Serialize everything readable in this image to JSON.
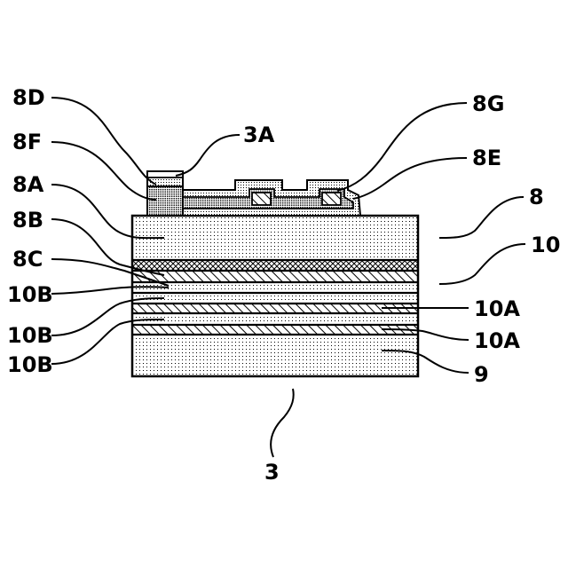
{
  "figure": {
    "labels": {
      "l_8D": "8D",
      "l_3A": "3A",
      "l_8G": "8G",
      "l_8F": "8F",
      "l_8E": "8E",
      "l_8A": "8A",
      "l_8": "8",
      "l_8B": "8B",
      "l_10": "10",
      "l_8C": "8C",
      "l_10B_1": "10B",
      "l_10A_1": "10A",
      "l_10B_2": "10B",
      "l_10A_2": "10A",
      "l_10B_3": "10B",
      "l_9": "9",
      "l_3": "3"
    }
  }
}
